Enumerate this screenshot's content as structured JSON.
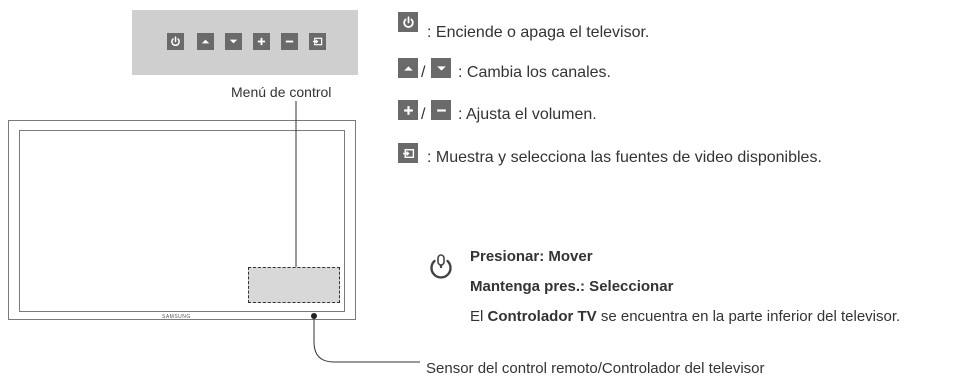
{
  "control_panel": {
    "buttons": [
      "power-icon",
      "chevron-up-icon",
      "chevron-down-icon",
      "plus-icon",
      "minus-icon",
      "source-icon"
    ]
  },
  "menu_label": "Menú de control",
  "tv": {
    "brand": "SAMSUNG"
  },
  "legend": {
    "power": ": Enciende o apaga el televisor.",
    "channel_slash": "/",
    "channel": ": Cambia los canales.",
    "volume_slash": "/",
    "volume": ": Ajusta el volumen.",
    "source": ": Muestra y selecciona las fuentes de video disponibles."
  },
  "controller": {
    "press": "Presionar: Mover",
    "hold": "Mantenga pres.: Seleccionar",
    "note_prefix": "El ",
    "note_bold": "Controlador TV",
    "note_suffix": " se encuentra en la parte inferior del televisor."
  },
  "sensor_caption": "Sensor del control remoto/Controlador del televisor",
  "colors": {
    "button": "#6a6a6a",
    "panel": "#cfcfcf",
    "text": "#333333"
  }
}
